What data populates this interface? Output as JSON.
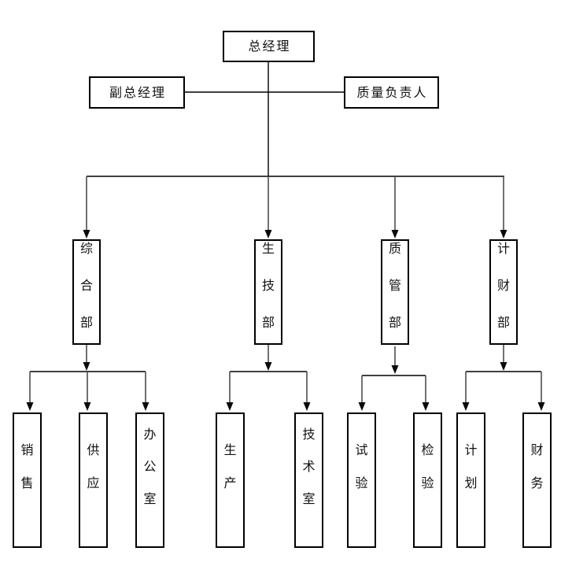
{
  "diagram": {
    "type": "organization-chart",
    "root": {
      "label": "总经理"
    },
    "staff": [
      {
        "label": "副总经理"
      },
      {
        "label": "质量负责人"
      }
    ],
    "departments": [
      {
        "label": "综合部",
        "children": [
          {
            "label": "销售"
          },
          {
            "label": "供应"
          },
          {
            "label": "办公室"
          }
        ]
      },
      {
        "label": "生技部",
        "children": [
          {
            "label": "生产"
          },
          {
            "label": "技术室"
          }
        ]
      },
      {
        "label": "质管部",
        "children": [
          {
            "label": "试验"
          },
          {
            "label": "检验"
          }
        ]
      },
      {
        "label": "计财部",
        "children": [
          {
            "label": "计划"
          },
          {
            "label": "财务"
          }
        ]
      }
    ]
  },
  "colors": {
    "background": "#ffffff",
    "box_border": "#000000",
    "text": "#111111",
    "connector_line": "#000000",
    "arrow_shaft": "#4d4d4d",
    "arrow_head": "#0a0a0a"
  }
}
